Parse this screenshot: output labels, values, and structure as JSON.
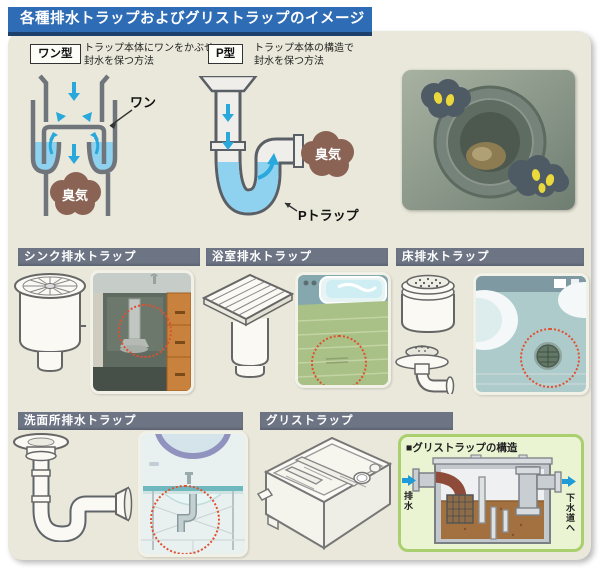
{
  "title": "各種排水トラップおよびグリストラップのイメージ",
  "wan_type": {
    "box_label": "ワン型",
    "desc_line1": "トラップ本体にワンをかぶせ",
    "desc_line2": "封水を保つ方法",
    "part_label": "ワン",
    "odor_label": "臭気"
  },
  "p_type": {
    "box_label": "P型",
    "desc_line1": "トラップ本体の構造で",
    "desc_line2": "封水を保つ方法",
    "odor_label": "臭気",
    "trap_label": "Pトラップ"
  },
  "sections": {
    "sink": "シンク排水トラップ",
    "bath": "浴室排水トラップ",
    "floor": "床排水トラップ",
    "washstand": "洗面所排水トラップ",
    "grease": "グリストラップ"
  },
  "grease_structure": {
    "title": "■グリストラップの構造",
    "inlet_label": "排水",
    "outlet_label": "下水道へ"
  },
  "colors": {
    "title_bar_blue": "#2e6cb5",
    "card_beige": "#e9e8da",
    "section_bar_gray": "#6d7585",
    "water_blue": "#8ed2f0",
    "flow_arrow_blue": "#29a8dc",
    "odor_cloud_brown": "#8a6355",
    "highlight_circle_red": "#e0502f",
    "structure_panel_green": "#eaf4d2",
    "structure_border_green": "#a9cf6f",
    "cabinet_orange": "#c9823e"
  }
}
